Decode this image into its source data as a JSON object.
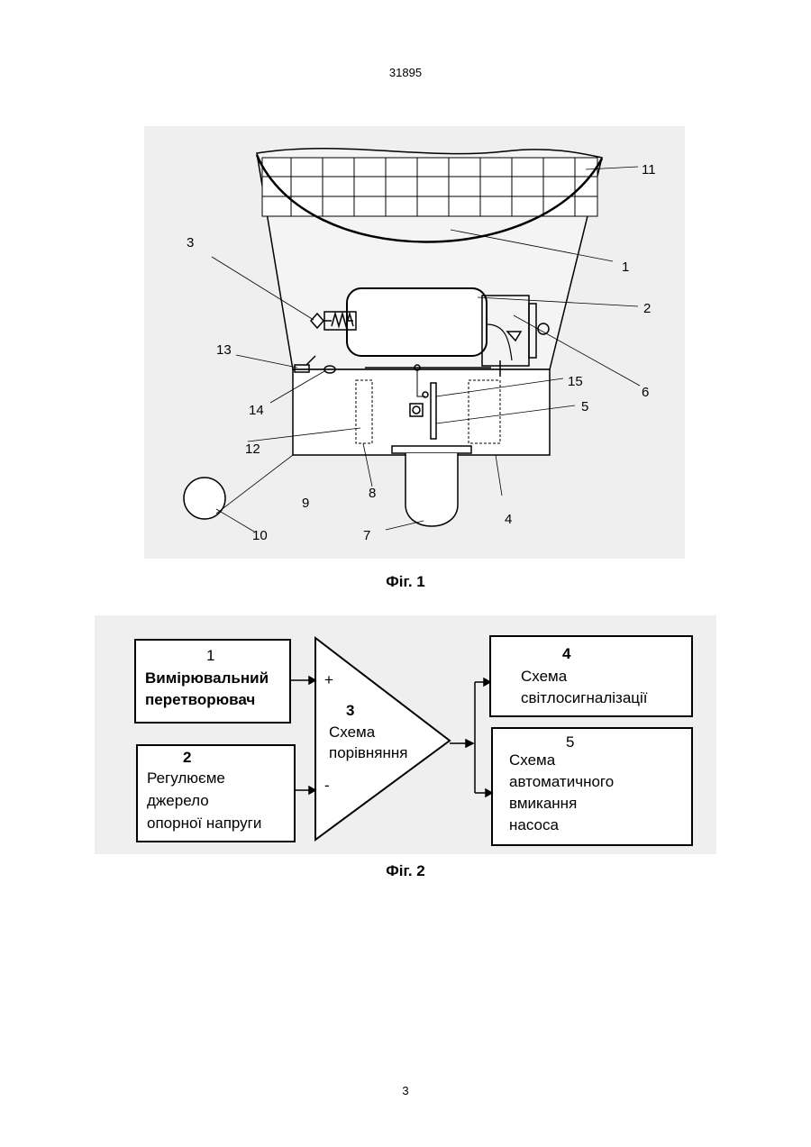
{
  "header": {
    "doc_number": "31895"
  },
  "figure1": {
    "caption": "Фіг. 1",
    "labels": [
      "1",
      "2",
      "3",
      "4",
      "5",
      "6",
      "7",
      "8",
      "9",
      "10",
      "11",
      "12",
      "13",
      "14",
      "15"
    ]
  },
  "figure2": {
    "caption": "Фіг. 2",
    "block1": {
      "number": "1",
      "line1": "Вимірювальний",
      "line2": "перетворювач"
    },
    "block2": {
      "number": "2",
      "line1": "Регулюєме",
      "line2": "джерело",
      "line3": "опорної напруги"
    },
    "block3": {
      "number": "3",
      "line1": "Схема",
      "line2": "порівняння"
    },
    "block4": {
      "number": "4",
      "line1": "Схема",
      "line2": "світлосигналізації"
    },
    "block5": {
      "number": "5",
      "line1": "Схема",
      "line2": "автоматичного",
      "line3": "вмикання",
      "line4": "насоса"
    },
    "plus_sign": "+",
    "minus_sign": "-"
  },
  "footer": {
    "page_number": "3"
  }
}
